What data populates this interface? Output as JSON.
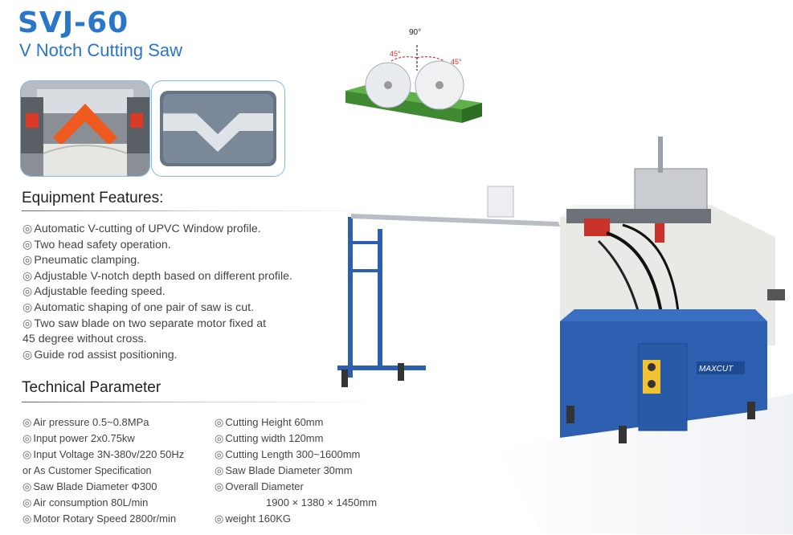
{
  "title": {
    "model": "SVJ-60",
    "subtitle": "V Notch Cutting Saw"
  },
  "diagram": {
    "angle_top": "90°",
    "angle_left": "45°",
    "angle_right": "45°"
  },
  "features": {
    "heading": "Equipment Features:",
    "items": [
      "Automatic V-cutting of UPVC Window profile.",
      "Two head safety operation.",
      "Pneumatic clamping.",
      "Adjustable V-notch depth based on different profile.",
      "Adjustable feeding speed.",
      "Automatic shaping of one pair of saw is cut.",
      "Two saw blade on two separate motor fixed at",
      "45 degree without cross.",
      "Guide rod assist positioning."
    ]
  },
  "technical": {
    "heading": "Technical Parameter",
    "left": [
      "Air pressure   0.5~0.8MPa",
      "Input power   2x0.75kw",
      "Input Voltage   3N-380v/220  50Hz",
      "or As Customer Specification",
      "Saw Blade Diameter    Φ300",
      "Air consumption   80L/min",
      "Motor Rotary Speed  2800r/min"
    ],
    "right": [
      "Cutting Height   60mm",
      "Cutting width   120mm",
      "Cutting Length   300~1600mm",
      "Saw Blade Diameter   30mm",
      "Overall Diameter",
      "1900 × 1380 × 1450mm",
      "weight   160KG"
    ]
  },
  "machine": {
    "brand": "MAXCUT"
  },
  "colors": {
    "brand_blue": "#2a76c9",
    "machine_blue": "#2d5fb0",
    "profile_green": "#4a9a3c"
  }
}
